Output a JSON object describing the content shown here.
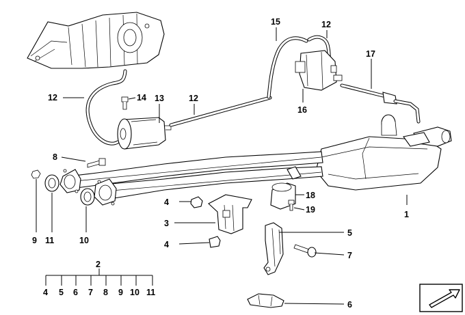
{
  "callouts": {
    "c15": "15",
    "c12a": "12",
    "c17": "17",
    "c12b": "12",
    "c14": "14",
    "c13": "13",
    "c12c": "12",
    "c16": "16",
    "c8": "8",
    "c18": "18",
    "c19": "19",
    "c4a": "4",
    "c3": "3",
    "c4b": "4",
    "c1": "1",
    "c5": "5",
    "c7": "7",
    "c9": "9",
    "c11": "11",
    "c10": "10",
    "c6": "6",
    "c2": "2"
  },
  "kit_list": [
    "4",
    "5",
    "6",
    "7",
    "8",
    "9",
    "10",
    "11"
  ],
  "icons": {
    "orientation": "direction-arrow-icon"
  }
}
